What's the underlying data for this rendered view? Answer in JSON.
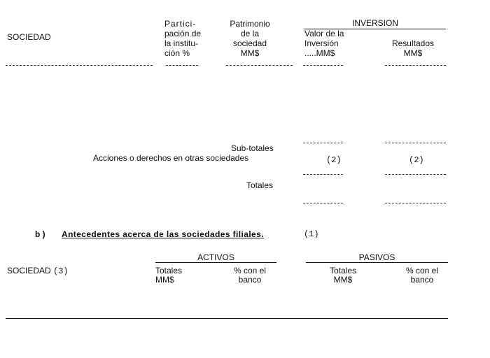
{
  "section_a": {
    "col_sociedad": "SOCIEDAD",
    "col_participacion": [
      "Partici-",
      "pación de",
      "la institu-",
      "ción %"
    ],
    "col_patrimonio": [
      "Patrimonio",
      "de la",
      "sociedad",
      "MM$"
    ],
    "group_inversion": "INVERSION",
    "col_valor": [
      "Valor de la",
      "Inversión",
      ".....MM$"
    ],
    "col_resultados": [
      "Resultados",
      "MM$"
    ],
    "subtotales": "Sub-totales",
    "acciones": "Acciones o derechos en otras sociedades",
    "note_valor": "(2)",
    "note_resultados": "(2)",
    "totales": "Totales"
  },
  "section_b": {
    "marker": "b )",
    "title": "Antecedentes acerca de las sociedades filiales.",
    "title_note": "(1)",
    "col_sociedad": "SOCIEDAD",
    "col_sociedad_note": "(3)",
    "group_activos": "ACTIVOS",
    "group_pasivos": "PASIVOS",
    "activos_totales": [
      "Totales",
      "MM$"
    ],
    "activos_pct": [
      "% con el",
      "banco"
    ],
    "pasivos_totales": [
      "Totales",
      "MM$"
    ],
    "pasivos_pct": [
      "% con el",
      "banco"
    ]
  }
}
